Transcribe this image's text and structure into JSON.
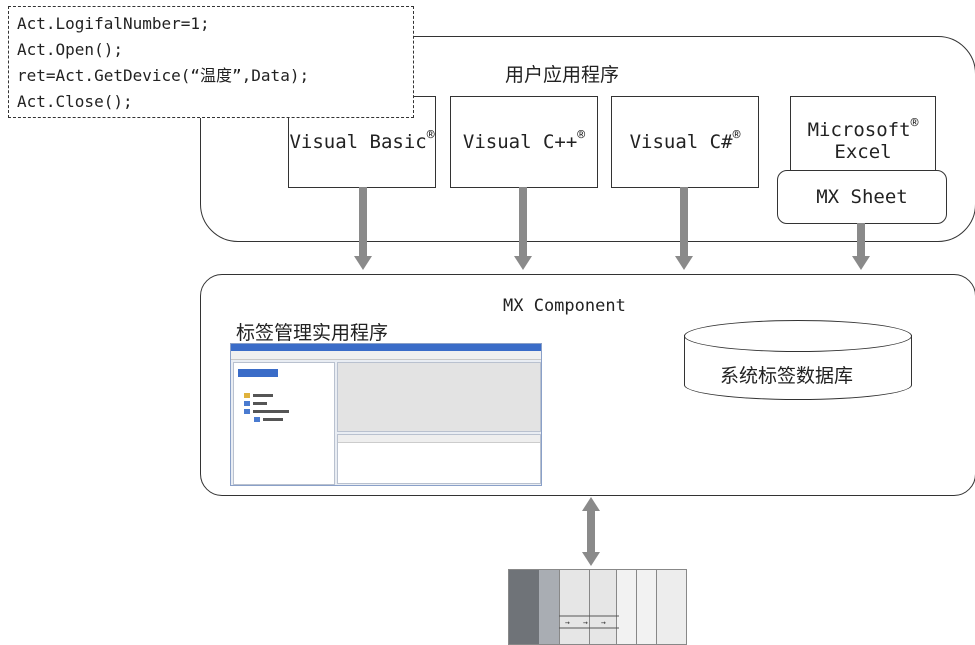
{
  "code": {
    "lines": [
      "Act.LogifalNumber=1;",
      "Act.Open();",
      "ret=Act.GetDevice(“温度”,Data);",
      "Act.Close();"
    ]
  },
  "user_app": {
    "title": "用户应用程序",
    "boxes": {
      "vb": "Visual Basic",
      "vcpp": "Visual C++",
      "vcs": "Visual C#",
      "excel_1": "Microsoft",
      "excel_2": "Excel",
      "mx_sheet": "MX Sheet"
    },
    "registered_mark": "®"
  },
  "mx_component": {
    "title": "MX Component",
    "label_tool": "标签管理实用程序",
    "database": "系统标签数据库"
  },
  "colors": {
    "arrow": "#8a8a8a",
    "border": "#333333"
  }
}
